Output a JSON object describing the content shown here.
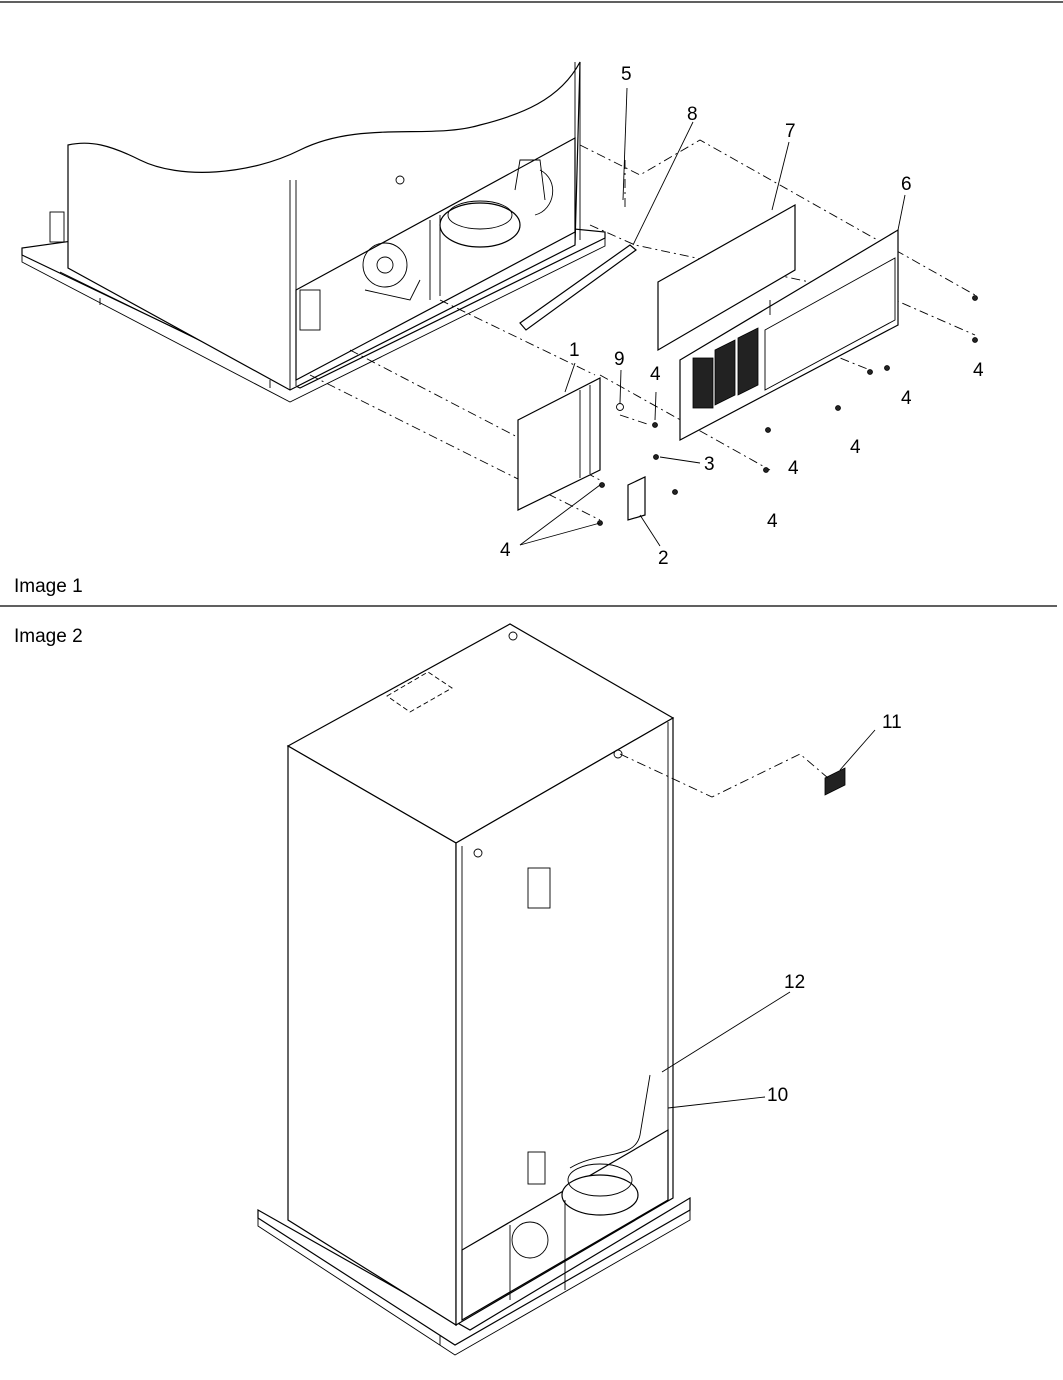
{
  "captions": {
    "image1": "Image 1",
    "image2": "Image 2"
  },
  "callouts": {
    "c1": "1",
    "c2": "2",
    "c3": "3",
    "c4a": "4",
    "c4b": "4",
    "c4c": "4",
    "c4d": "4",
    "c4e": "4",
    "c4f": "4",
    "c4g": "4",
    "c5": "5",
    "c6": "6",
    "c7": "7",
    "c8": "8",
    "c9": "9",
    "c10": "10",
    "c11": "11",
    "c12": "12"
  }
}
